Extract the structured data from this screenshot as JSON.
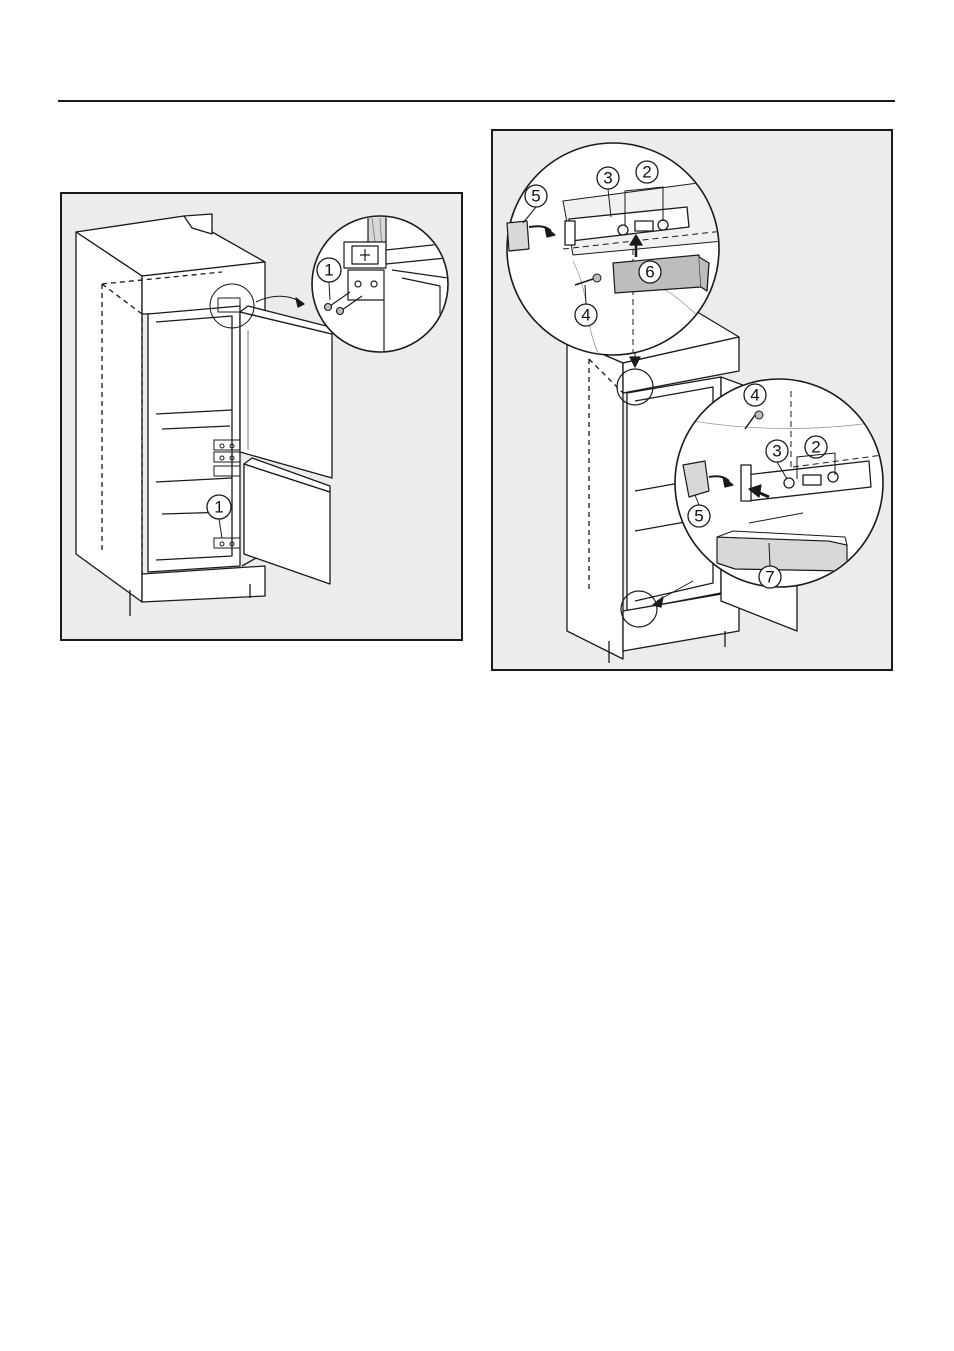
{
  "colors": {
    "panel_bg": "#ececec",
    "line": "#1a1a1a",
    "appliance_fill": "#ffffff",
    "grey_trim": "#bdbdbd"
  },
  "left_figure": {
    "callouts": [
      {
        "id": "upper",
        "label": "1"
      },
      {
        "id": "lower",
        "label": "1"
      }
    ]
  },
  "right_figure": {
    "top_zoom_callouts": [
      {
        "id": "c5",
        "label": "5"
      },
      {
        "id": "c3",
        "label": "3"
      },
      {
        "id": "c2",
        "label": "2"
      },
      {
        "id": "c6",
        "label": "6"
      },
      {
        "id": "c4",
        "label": "4"
      }
    ],
    "bottom_zoom_callouts": [
      {
        "id": "c4",
        "label": "4"
      },
      {
        "id": "c3",
        "label": "3"
      },
      {
        "id": "c2",
        "label": "2"
      },
      {
        "id": "c5",
        "label": "5"
      },
      {
        "id": "c7",
        "label": "7"
      }
    ]
  }
}
